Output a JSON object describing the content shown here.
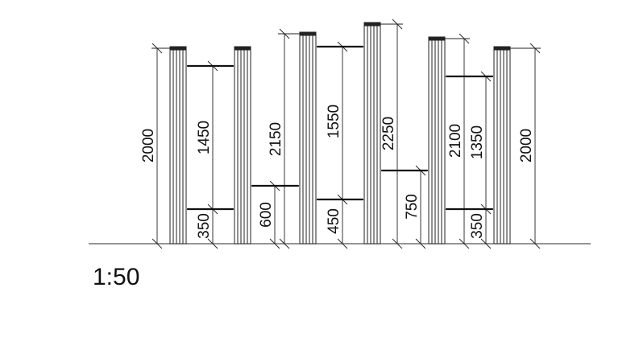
{
  "scale": "1:50",
  "posts": [
    {
      "id": "post-1",
      "height": 2000
    },
    {
      "id": "post-2",
      "height": 2000
    },
    {
      "id": "post-3",
      "height": 2150
    },
    {
      "id": "post-4",
      "height": 2250
    },
    {
      "id": "post-5",
      "height": 2100
    },
    {
      "id": "post-6",
      "height": 2000
    }
  ],
  "dimensions": {
    "d2000_left": "2000",
    "d1450": "1450",
    "d350_left": "350",
    "d2150": "2150",
    "d600": "600",
    "d1550": "1550",
    "d450": "450",
    "d2250": "2250",
    "d750": "750",
    "d2100": "2100",
    "d1350": "1350",
    "d350_right": "350",
    "d2000_right": "2000"
  },
  "colors": {
    "line": "#111111",
    "post_fill": "#ffffff"
  }
}
